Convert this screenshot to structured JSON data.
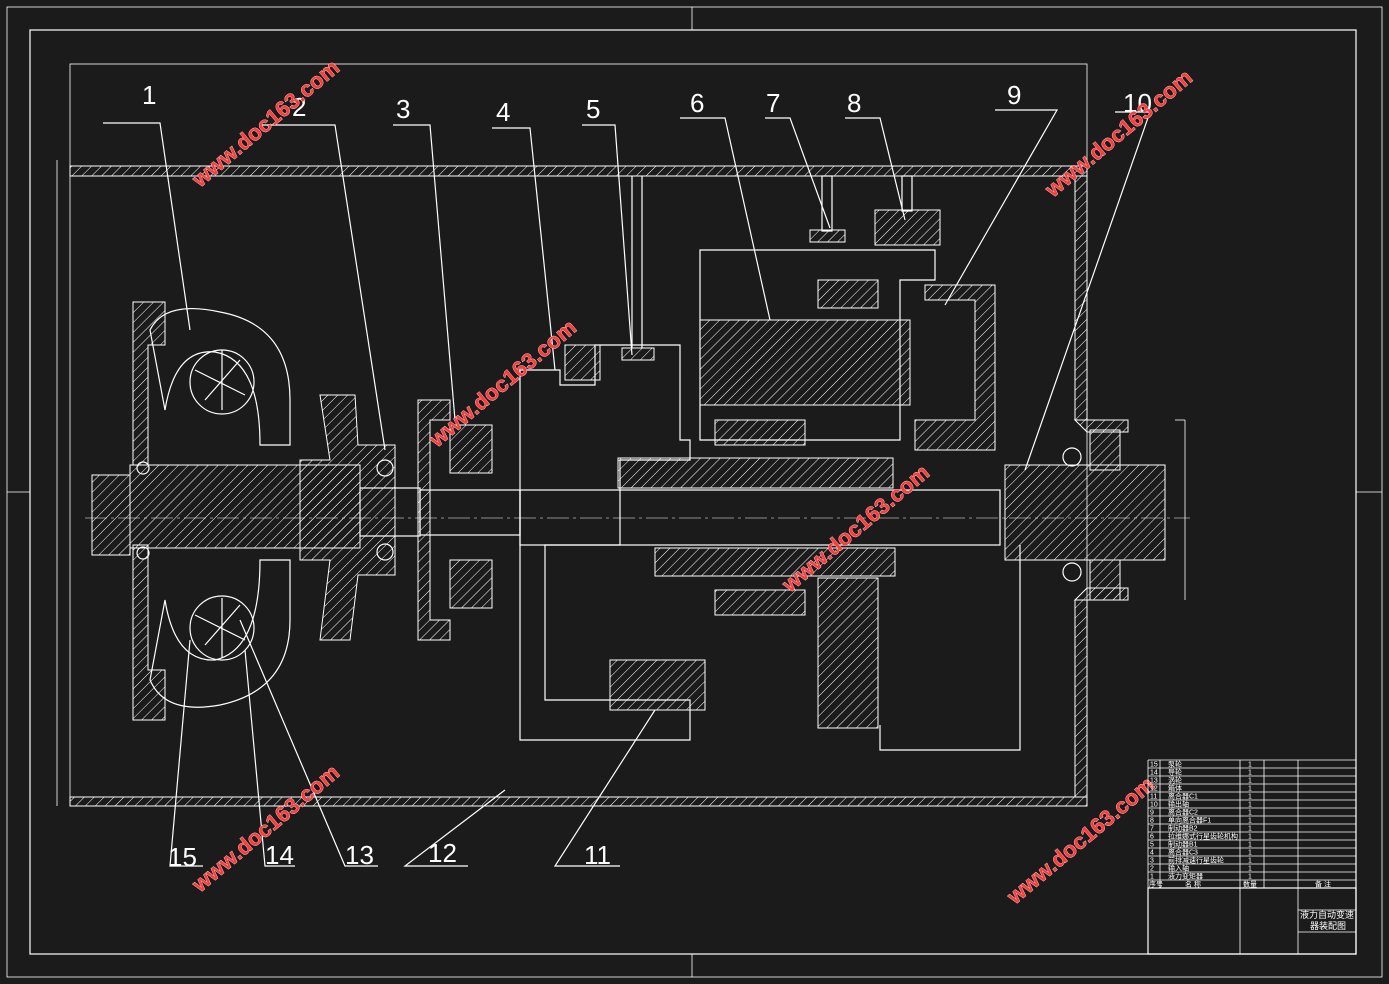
{
  "balloons": [
    "1",
    "2",
    "3",
    "4",
    "5",
    "6",
    "7",
    "8",
    "9",
    "10",
    "11",
    "12",
    "13",
    "14",
    "15"
  ],
  "watermark": "www.doc163.com",
  "bom": {
    "rows": [
      {
        "no": "15",
        "name": "泵轮",
        "qty": "1"
      },
      {
        "no": "14",
        "name": "导轮",
        "qty": "1"
      },
      {
        "no": "13",
        "name": "涡轮",
        "qty": "1"
      },
      {
        "no": "12",
        "name": "箱体",
        "qty": "1"
      },
      {
        "no": "11",
        "name": "离合器C1",
        "qty": "1"
      },
      {
        "no": "10",
        "name": "输出轴",
        "qty": "1"
      },
      {
        "no": "9",
        "name": "离合器C2",
        "qty": "1"
      },
      {
        "no": "8",
        "name": "单向离合器F1",
        "qty": "1"
      },
      {
        "no": "7",
        "name": "制动器B2",
        "qty": "1"
      },
      {
        "no": "6",
        "name": "拉维娜式行星齿轮机构",
        "qty": "1"
      },
      {
        "no": "5",
        "name": "制动器B1",
        "qty": "1"
      },
      {
        "no": "4",
        "name": "离合器C3",
        "qty": "1"
      },
      {
        "no": "3",
        "name": "前排减速行星齿轮",
        "qty": "1"
      },
      {
        "no": "2",
        "name": "输入轴",
        "qty": "1"
      },
      {
        "no": "1",
        "name": "液力变矩器",
        "qty": "1"
      }
    ],
    "header": {
      "no": "序号",
      "name": "名 称",
      "qty": "数量",
      "note": "备 注"
    }
  },
  "title_block": {
    "drawing_title_line1": "液力自动变速",
    "drawing_title_line2": "器装配图"
  }
}
